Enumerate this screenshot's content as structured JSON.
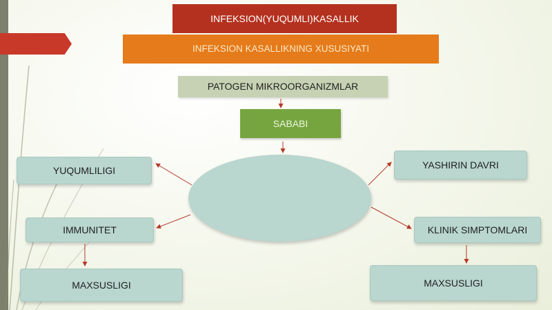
{
  "diagram": {
    "title": "INFEKSION(YUQUMLI)KASALLIK",
    "subtitle": "INFEKSION KASALLIKNING XUSUSIYATI",
    "pathogen_box": "PATOGEN MIKROORGANIZMLAR",
    "cause_box": "SABABI",
    "center_ellipse": "",
    "left_nodes": {
      "contagiousness": "YUQUMLILIGI",
      "immunity": "IMMUNITET",
      "specificity": "MAXSUSLIGI"
    },
    "right_nodes": {
      "latent_period": "YASHIRIN DAVRI",
      "clinical_symptoms": "KLINIK SIMPTOMLARI",
      "specificity": "MAXSUSLIGI"
    }
  },
  "colors": {
    "title_bg": "#b4311f",
    "subtitle_bg": "#e57b1a",
    "pathogen_bg": "#c6d2b3",
    "cause_bg": "#76a53f",
    "node_bg": "#b9d6cf",
    "arrow": "#b5392a",
    "side_stripe": "#7d806c",
    "tab": "#c8392a"
  }
}
